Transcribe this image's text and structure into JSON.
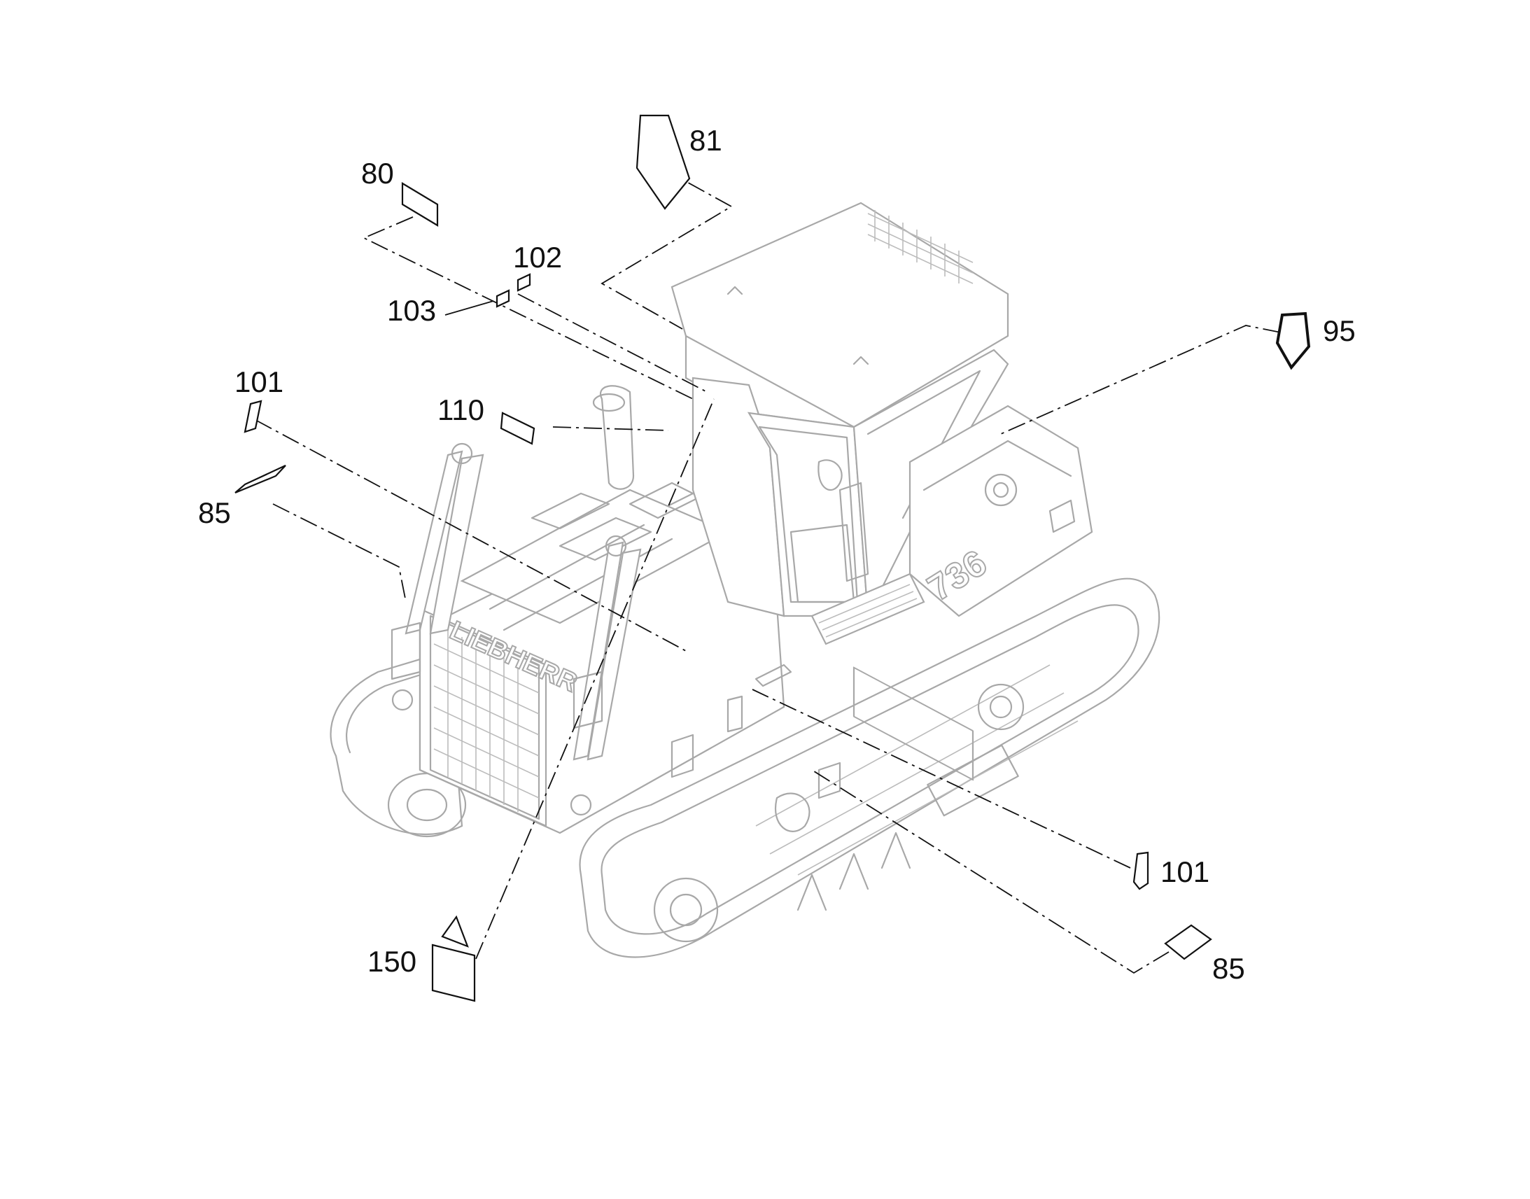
{
  "diagram": {
    "brand_text": "LIEBHERR",
    "model_text": "736",
    "callouts": [
      {
        "id": "c80",
        "label": "80"
      },
      {
        "id": "c81",
        "label": "81"
      },
      {
        "id": "c102",
        "label": "102"
      },
      {
        "id": "c103",
        "label": "103"
      },
      {
        "id": "c95",
        "label": "95"
      },
      {
        "id": "c101a",
        "label": "101"
      },
      {
        "id": "c110",
        "label": "110"
      },
      {
        "id": "c85a",
        "label": "85"
      },
      {
        "id": "c101b",
        "label": "101"
      },
      {
        "id": "c85b",
        "label": "85"
      },
      {
        "id": "c150",
        "label": "150"
      }
    ]
  }
}
